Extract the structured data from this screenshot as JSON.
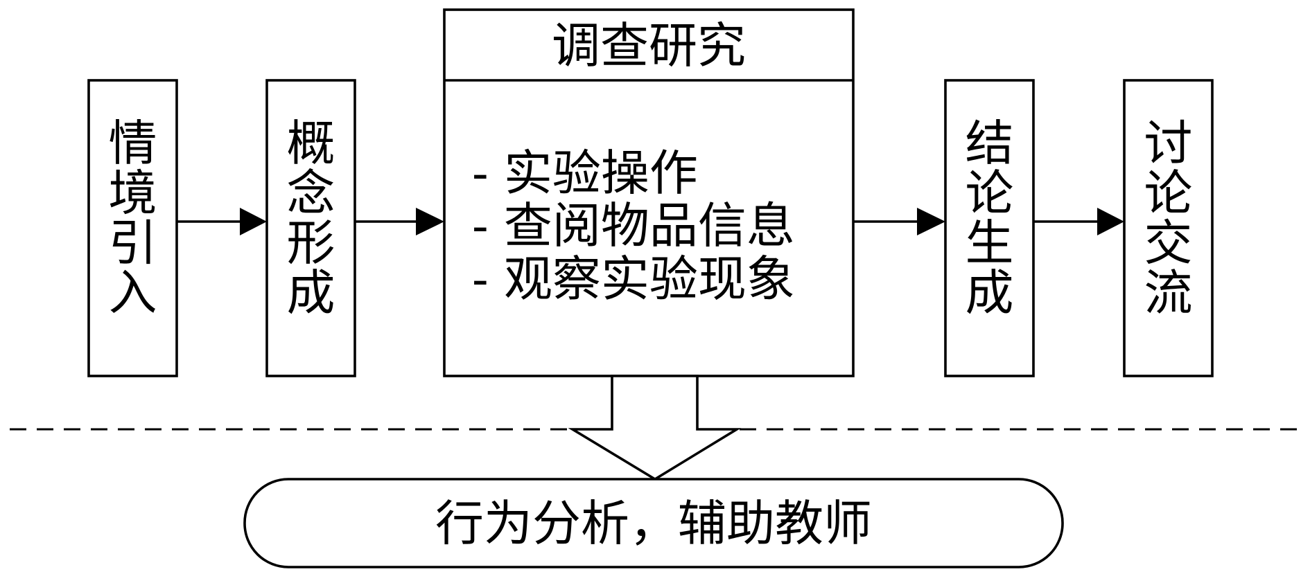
{
  "steps": {
    "situation": "情境引入",
    "concept": "概念形成",
    "conclusion": "结论生成",
    "discussion": "讨论交流"
  },
  "research": {
    "title": "调查研究",
    "items": [
      "- 实验操作",
      "- 查阅物品信息",
      "- 观察实验现象"
    ]
  },
  "bottom_label": "行为分析，辅助教师"
}
